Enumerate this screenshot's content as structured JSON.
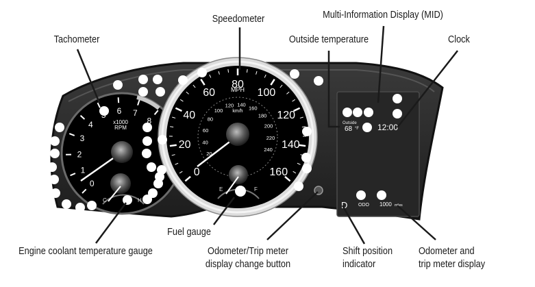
{
  "labels": {
    "tachometer": "Tachometer",
    "speedometer": "Speedometer",
    "mid": "Multi-Information Display (MID)",
    "outside_temp": "Outside temperature",
    "clock": "Clock",
    "fuel_gauge": "Fuel gauge",
    "coolant_gauge": "Engine coolant temperature gauge",
    "odo_button_line1": "Odometer/Trip meter",
    "odo_button_line2": "display change button",
    "shift_line1": "Shift position",
    "shift_line2": "indicator",
    "odo_display_line1": "Odometer and",
    "odo_display_line2": "trip meter display"
  },
  "tachometer": {
    "ticks": [
      "0",
      "1",
      "2",
      "3",
      "4",
      "5",
      "6",
      "7",
      "8"
    ],
    "unit_line1": "x1000",
    "unit_line2": "RPM"
  },
  "speedometer": {
    "mph_ticks": [
      "0",
      "20",
      "40",
      "60",
      "80",
      "100",
      "120",
      "140",
      "160"
    ],
    "mph_unit": "MPH",
    "kmh_ticks": [
      "20",
      "40",
      "60",
      "80",
      "100",
      "120",
      "140",
      "160",
      "180",
      "200",
      "220",
      "240"
    ],
    "kmh_unit": "km/h"
  },
  "fuel_gauge": {
    "empty": "E",
    "full": "F"
  },
  "coolant_gauge": {
    "cold": "C",
    "hot": "H"
  },
  "mid": {
    "outside_label": "Outside",
    "temperature": "68",
    "temperature_unit": "°F",
    "clock": "12:00",
    "shift": "D",
    "odo_label": "ODO",
    "odo_value": "1000",
    "odo_unit": "miles"
  },
  "colors": {
    "cluster_body": "#2b2b2b",
    "dial_face": "#000000",
    "chrome_ring": "#e6e6e6",
    "mid_screen": "#2a2a2a",
    "callout_line": "#1a1a1a"
  }
}
